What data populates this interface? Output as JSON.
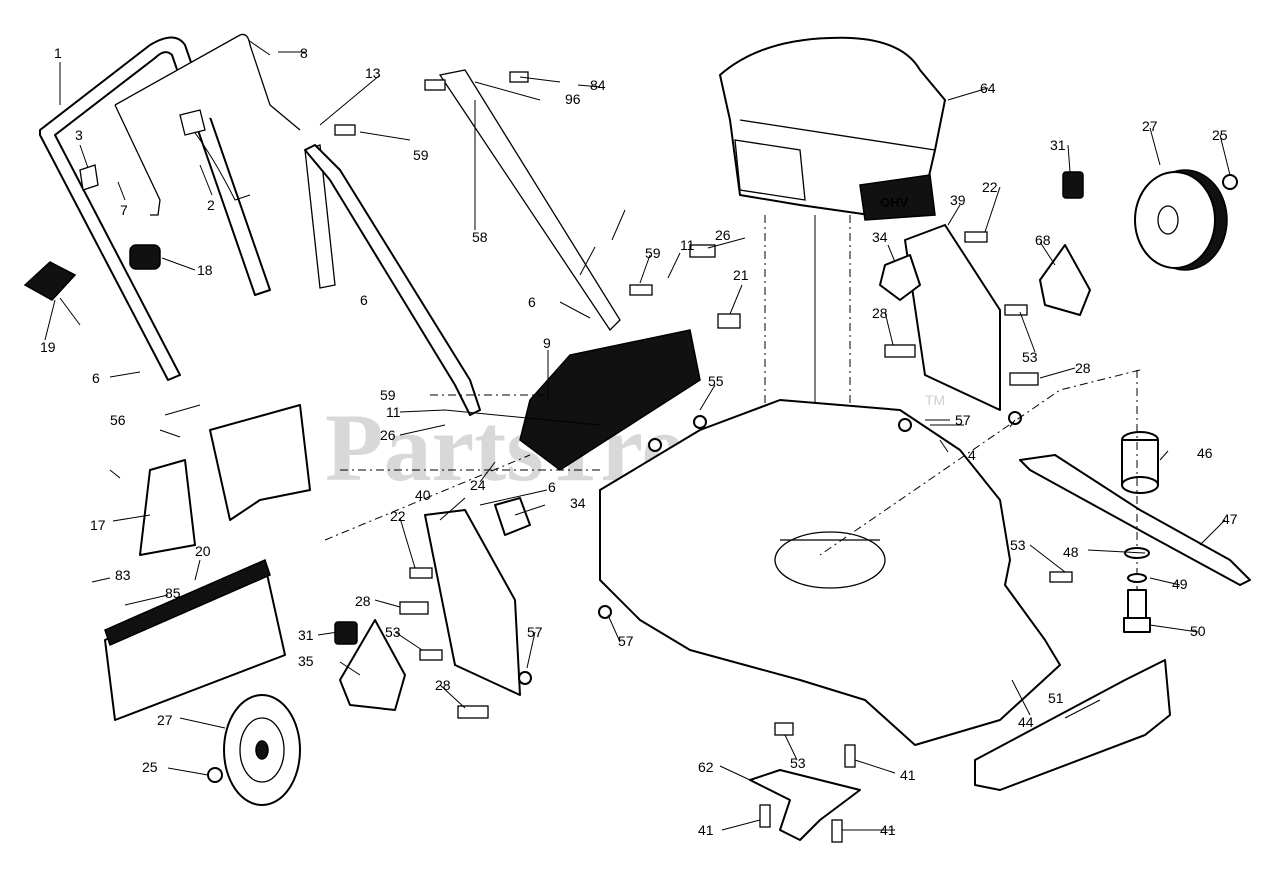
{
  "watermark": {
    "text": "PartsTree",
    "tm": "TM"
  },
  "engine_label": "OHV",
  "callouts": [
    "1",
    "2",
    "3",
    "4",
    "6",
    "7",
    "8",
    "9",
    "11",
    "13",
    "17",
    "18",
    "19",
    "20",
    "21",
    "22",
    "24",
    "25",
    "26",
    "27",
    "28",
    "31",
    "34",
    "35",
    "39",
    "40",
    "41",
    "44",
    "46",
    "47",
    "48",
    "49",
    "50",
    "51",
    "53",
    "55",
    "56",
    "57",
    "58",
    "59",
    "62",
    "64",
    "68",
    "83",
    "84",
    "85",
    "96"
  ]
}
